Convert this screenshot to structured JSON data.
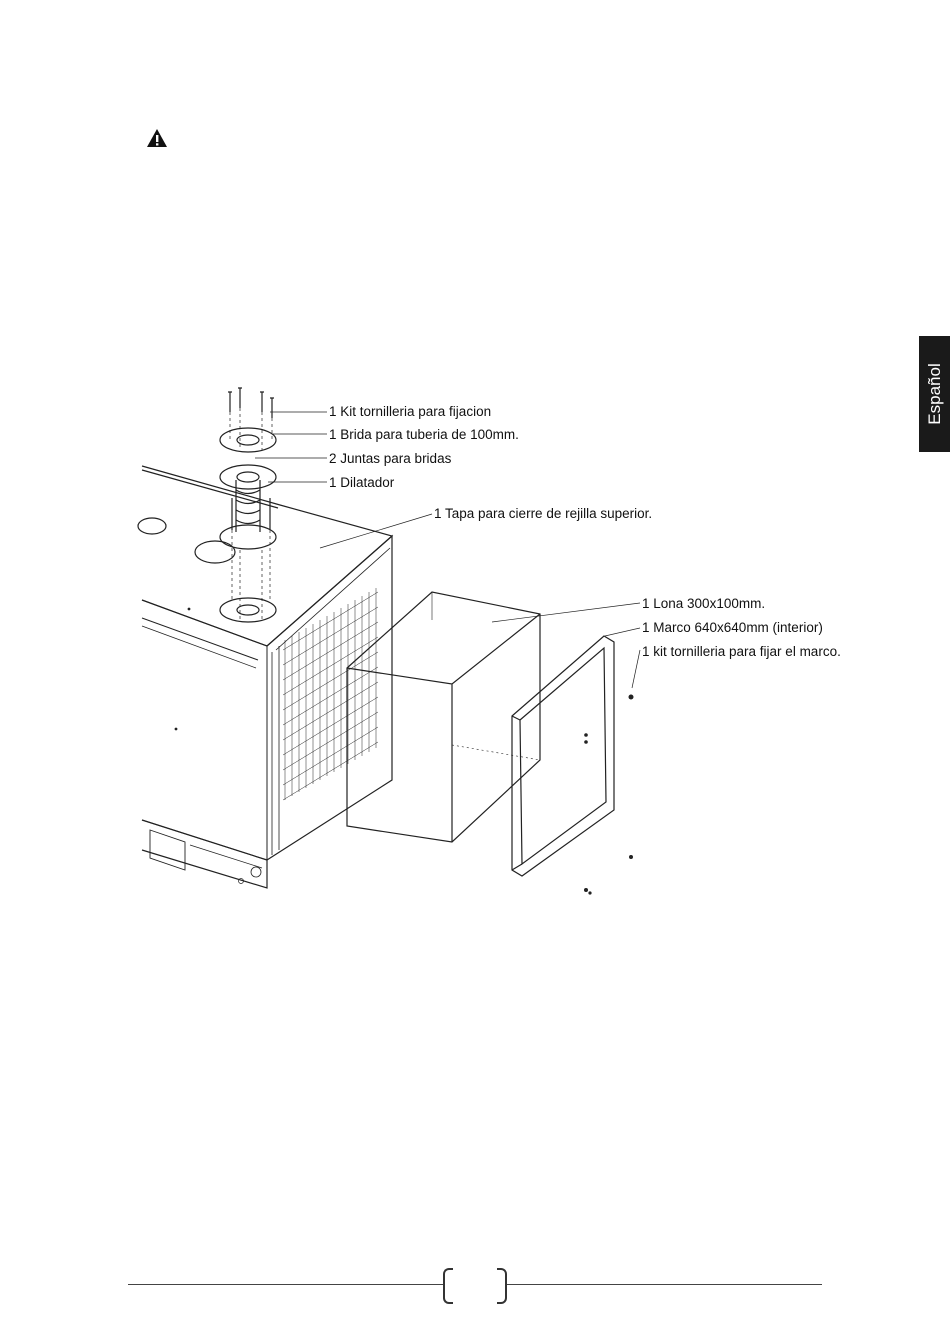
{
  "side_tab": {
    "label": "Español"
  },
  "warning": {
    "icon": "warning-triangle-icon"
  },
  "diagram": {
    "labels": [
      "1 Kit tornilleria para fijacion",
      "1  Brida para tuberia de 100mm.",
      "2 Juntas para bridas",
      "1 Dilatador",
      "1 Tapa para cierre de rejilla superior.",
      "1 Lona 300x100mm.",
      "1 Marco 640x640mm (interior)",
      "1 kit tornilleria para fijar el marco."
    ]
  },
  "footer": {
    "page_number": ""
  }
}
